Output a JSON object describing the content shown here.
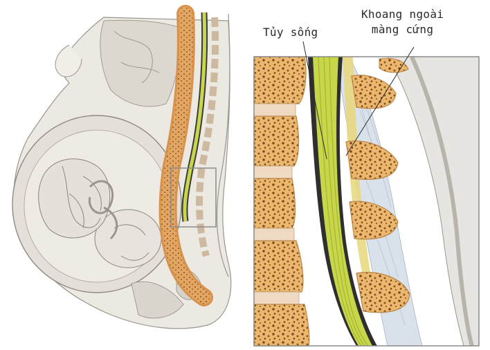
{
  "labels": {
    "spinal_cord": "Tủy sống",
    "epidural_space_line1": "Khoang ngoài",
    "epidural_space_line2": "màng cứng"
  },
  "colors": {
    "background": "#ffffff",
    "skin": "#ece9e3",
    "skin_outline": "#9a958c",
    "bone": "#e9b56a",
    "bone_marrow": "#7a4a22",
    "spinal_cord": "#c8d64a",
    "dura": "#3a3a3a",
    "ligament": "#d9e2ea",
    "inset_border": "#8a8a8a"
  },
  "icons": {
    "left_panel": "pregnant-woman-sagittal-section",
    "right_panel": "lumbar-spine-closeup",
    "zoom_box": "magnification-box"
  }
}
